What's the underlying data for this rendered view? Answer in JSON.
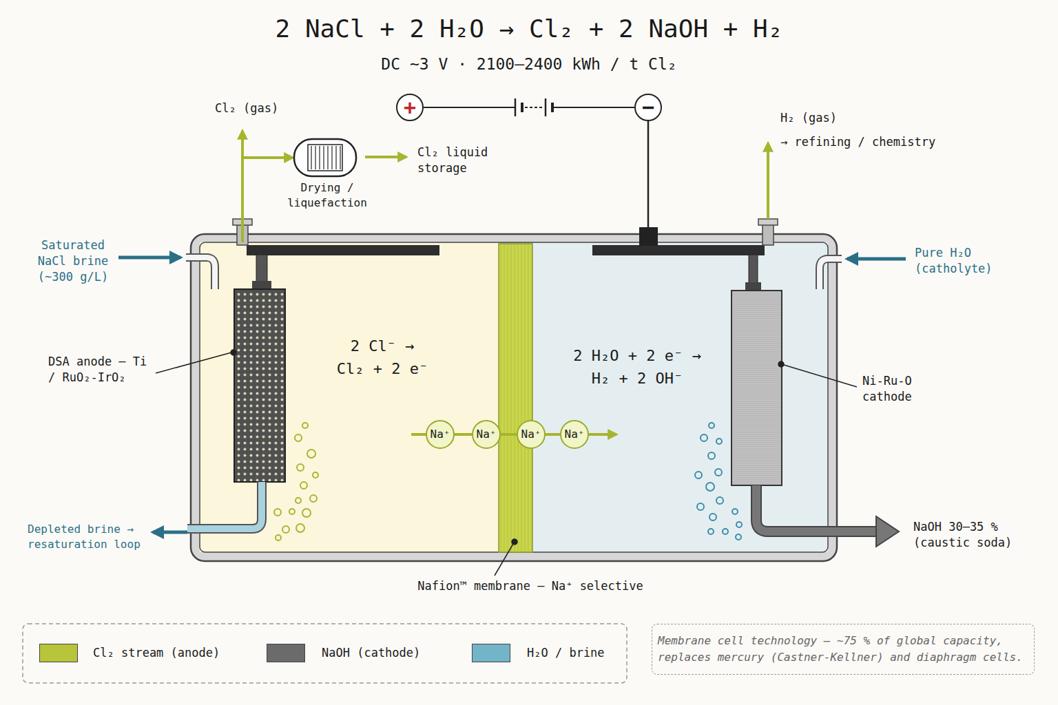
{
  "diagram": {
    "title": "2 NaCl + 2 H₂O → Cl₂ + 2 NaOH + H₂",
    "nodes": [
      {
        "text": [
          "2 Cl⁻ → Cl₂ + 2 e⁻"
        ]
      },
      {
        "text": [
          "2 H₂O + 2 e⁻ → H₂ + 2 OH⁻"
        ]
      },
      {
        "text": [
          "Na⁺"
        ]
      },
      {
        "text": [
          "Na⁺"
        ]
      },
      {
        "text": [
          "Na⁺"
        ]
      },
      {
        "text": [
          "Na⁺"
        ]
      },
      {
        "text": [
          "Drying / liquefaction"
        ]
      },
      {
        "text": [
          "+"
        ]
      },
      {
        "text": [
          "−"
        ]
      },
      {
        "text": [
          "Membrane cell technology — ~75 % of global capacity, replaces mercury (Castner-Kellner) and diaphragm cells."
        ]
      }
    ],
    "edges": [
      {
        "from": 0,
        "to": 6,
        "arrow": "to"
      },
      {
        "from": 7,
        "to": 8,
        "arrow": "none"
      }
    ],
    "labels": [
      "DC ~3 V · 2100–2400 kWh / t Cl₂",
      "Cl₂ (gas)",
      "Cl₂ liquid storage",
      "H₂ (gas)",
      "→ refining / chemistry",
      "Saturated NaCl brine (~300 g/L)",
      "Pure H₂O (catholyte)",
      "DSA anode — Ti / RuO₂-IrO₂",
      "Ni-Ru-O cathode",
      "Depleted brine → resaturation loop",
      "NaOH 30–35 % (caustic soda)",
      "Nafion™ membrane — Na⁺ selective"
    ],
    "legend": [
      {
        "text": "Cl₂ stream (anode)",
        "color": "#b8c43a"
      },
      {
        "text": "NaOH (cathode)",
        "color": "#6b6b6b"
      },
      {
        "text": "H₂O / brine",
        "color": "#74b4c8"
      }
    ]
  }
}
